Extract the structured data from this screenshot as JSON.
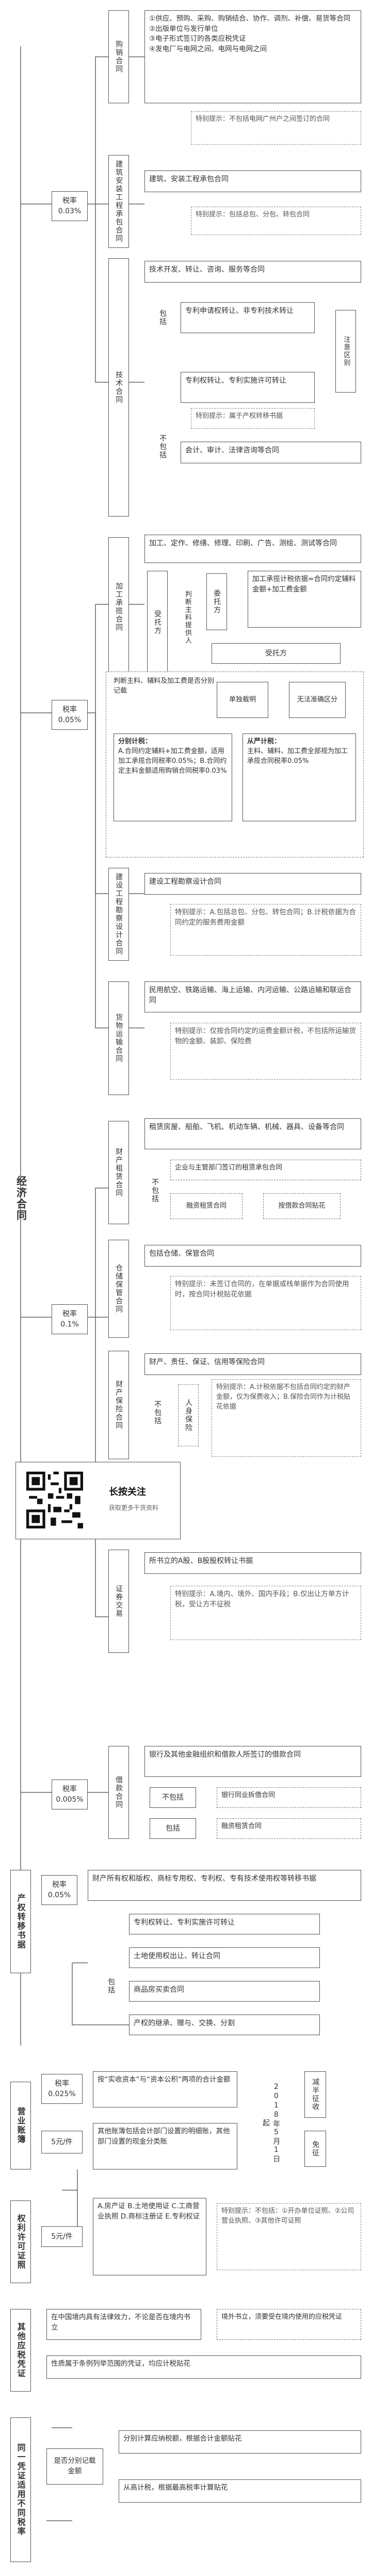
{
  "root": "经济合同",
  "sections": {
    "s1": {
      "rate_label": "税率",
      "rate_value": "0.03%",
      "purchase": {
        "title": "购销合同",
        "items": [
          "①供应、预购、采购、购销结合、协作、调剂、补偿、易货等合同",
          "②出版单位与发行单位",
          "③电子形式签订的各类应税凭证",
          "④发电厂与电网之间、电网与电网之间"
        ],
        "note": "特别提示：不包括电网广州户之间签订的合同"
      },
      "construction": {
        "title": "建筑安装工程承包合同",
        "item": "建筑、安装工程承包合同",
        "note": "特别提示：包括总包、分包、转包合同"
      },
      "tech": {
        "title": "技术合同",
        "main": "技术开发、转让、咨询、服务等合同",
        "include_label": "包括",
        "include_items": "专利申请权转让、非专利技术转让",
        "note_side": "注意区别",
        "exclude_label": "不包括",
        "exclude_items": "专利权转让、专利实施许可转让",
        "note_tip": "特别提示：属于产权转移书据",
        "exclude_more": "会计、审计、法律咨询等合同"
      }
    },
    "s2": {
      "rate_label": "税率",
      "rate_value": "0.05%",
      "processing": {
        "title": "加工承揽合同",
        "main": "加工、定作、修缮、修理、印刷、广告、测绘、测试等合同",
        "party_label": "受托方",
        "main_material": "判断主料提供人",
        "consignor": "委托方",
        "rule1": "加工承揽计税依据=合同约定辅料金额+加工费金额",
        "consignor_label2": "受托方",
        "judge_note": "判断主料、辅料及加工费是否分别记载",
        "separate": "单独载明",
        "not_separate": "无法准确区分",
        "left_rule_title": "分别计税：",
        "left_rule": "A.合同约定辅料+加工费金额，适用加工承揽合同税率0.05%；B.合同约定主料金额适用购销合同税率0.03%",
        "right_rule_title": "从严计税：",
        "right_rule": "主料、辅料、加工费全部视为加工承揽合同税率0.05%"
      },
      "survey": {
        "title": "建设工程勘察设计合同",
        "main": "建设工程勘察设计合同",
        "note": "特别提示：A.包括总包、分包、转包合同；B.计税依据为合同约定的服务费用金额"
      },
      "cargo": {
        "title": "货物运输合同",
        "main": "民用航空、铁路运输、海上运输、内河运输、公路运输和联运合同",
        "note": "特别提示：仅按合同约定的运费金额计税，不包括所运输货物的金额、装卸、保险费"
      }
    },
    "s3": {
      "rate_label": "税率",
      "rate_value": "0.1%",
      "lease": {
        "title": "财产租赁合同",
        "main": "租赁房屋、船舶、飞机、机动车辆、机械、器具、设备等合同",
        "exclude_label": "不包括",
        "ex1": "企业与主管部门签订的租赁承包合同",
        "ex2": "融资租赁合同",
        "ex2_right": "按借款合同贴花"
      },
      "storage": {
        "title": "仓储保管合同",
        "main": "包括仓储、保管合同",
        "note": "特别提示：未签订合同的，在单据或栈单据作为合同使用时，按合同计税贴花依据"
      },
      "insurance": {
        "title": "财产保险合同",
        "main": "财产、责任、保证、信用等保险合同",
        "exclude_label": "不包括",
        "life": "人身保险",
        "note": "特别提示：A.计税依据不包括合同约定的财产金额，仅为保费收入；B.保险合同作为计税贴花依据"
      },
      "promo": {
        "title": "长按关注",
        "subtitle": "获取更多干货资料"
      },
      "security": {
        "title": "证券交易",
        "main": "所书立的A股、B股股权转让书据",
        "note": "特别提示：A.境内、境外、国内手段；B.仅出让方单方计税，受让方不征税"
      }
    },
    "s4": {
      "rate_label": "税率",
      "rate_value": "0.005%",
      "loan": {
        "title": "借款合同",
        "main": "银行及其他金融组织和借款人所签订的借款合同",
        "exclude_label": "不包括",
        "ex1": "银行同业拆借合同",
        "include_label": "包括",
        "in1": "融资租赁合同"
      }
    },
    "property": {
      "title": "产权转移书据",
      "rate_label": "税率",
      "rate_value": "0.05%",
      "main": "财产所有权和版权、商标专用权、专利权、专有技术使用权等转移书据",
      "include_label": "包括",
      "items": [
        "专利权转让、专利实施许可转让",
        "土地使用权出让、转让合同",
        "商品房买卖合同",
        "产权的继承、赠与、交换、分割"
      ]
    },
    "books": {
      "title": "营业账簿",
      "rate1_label": "税率",
      "rate1_value": "0.025%",
      "rate1_desc": "按“实收资本”与“资本公积”两项的合计金额",
      "rate2_label": "5元/件",
      "rate2_desc": "其他账簿包括会计部门设置的明细账，其他部门设置的现金分类账",
      "date": "2018年5月1日起",
      "half": "减半征收",
      "free": "免征"
    },
    "license": {
      "title": "权利许可证照",
      "rate_label": "5元/件",
      "items": "A.房产证 B.土地使用证 C.工商营业执照 D.商标注册证 E.专利权证",
      "note": "特别提示：不包括：①开办单位证照、②公司营业执照、③其他许可证照"
    },
    "other": {
      "title": "其他应税凭证",
      "item1": "在中国境内具有法律效力，不论是否在境内书立",
      "item1_right": "境外书立，须要受在境内使用的应税凭证",
      "item2": "性质属于条例列举范围的凭证，均应计税贴花"
    },
    "diff": {
      "title": "同一凭证适用不同税率",
      "q": "是否分别记载金额",
      "yes": "分别计算应纳税额，根据合计金额贴花",
      "no": "从高计税，根据最高税率计算贴花"
    }
  },
  "colors": {
    "line": "#555555",
    "box": "#ffffff",
    "text": "#333333",
    "accent": "#c0392b"
  }
}
